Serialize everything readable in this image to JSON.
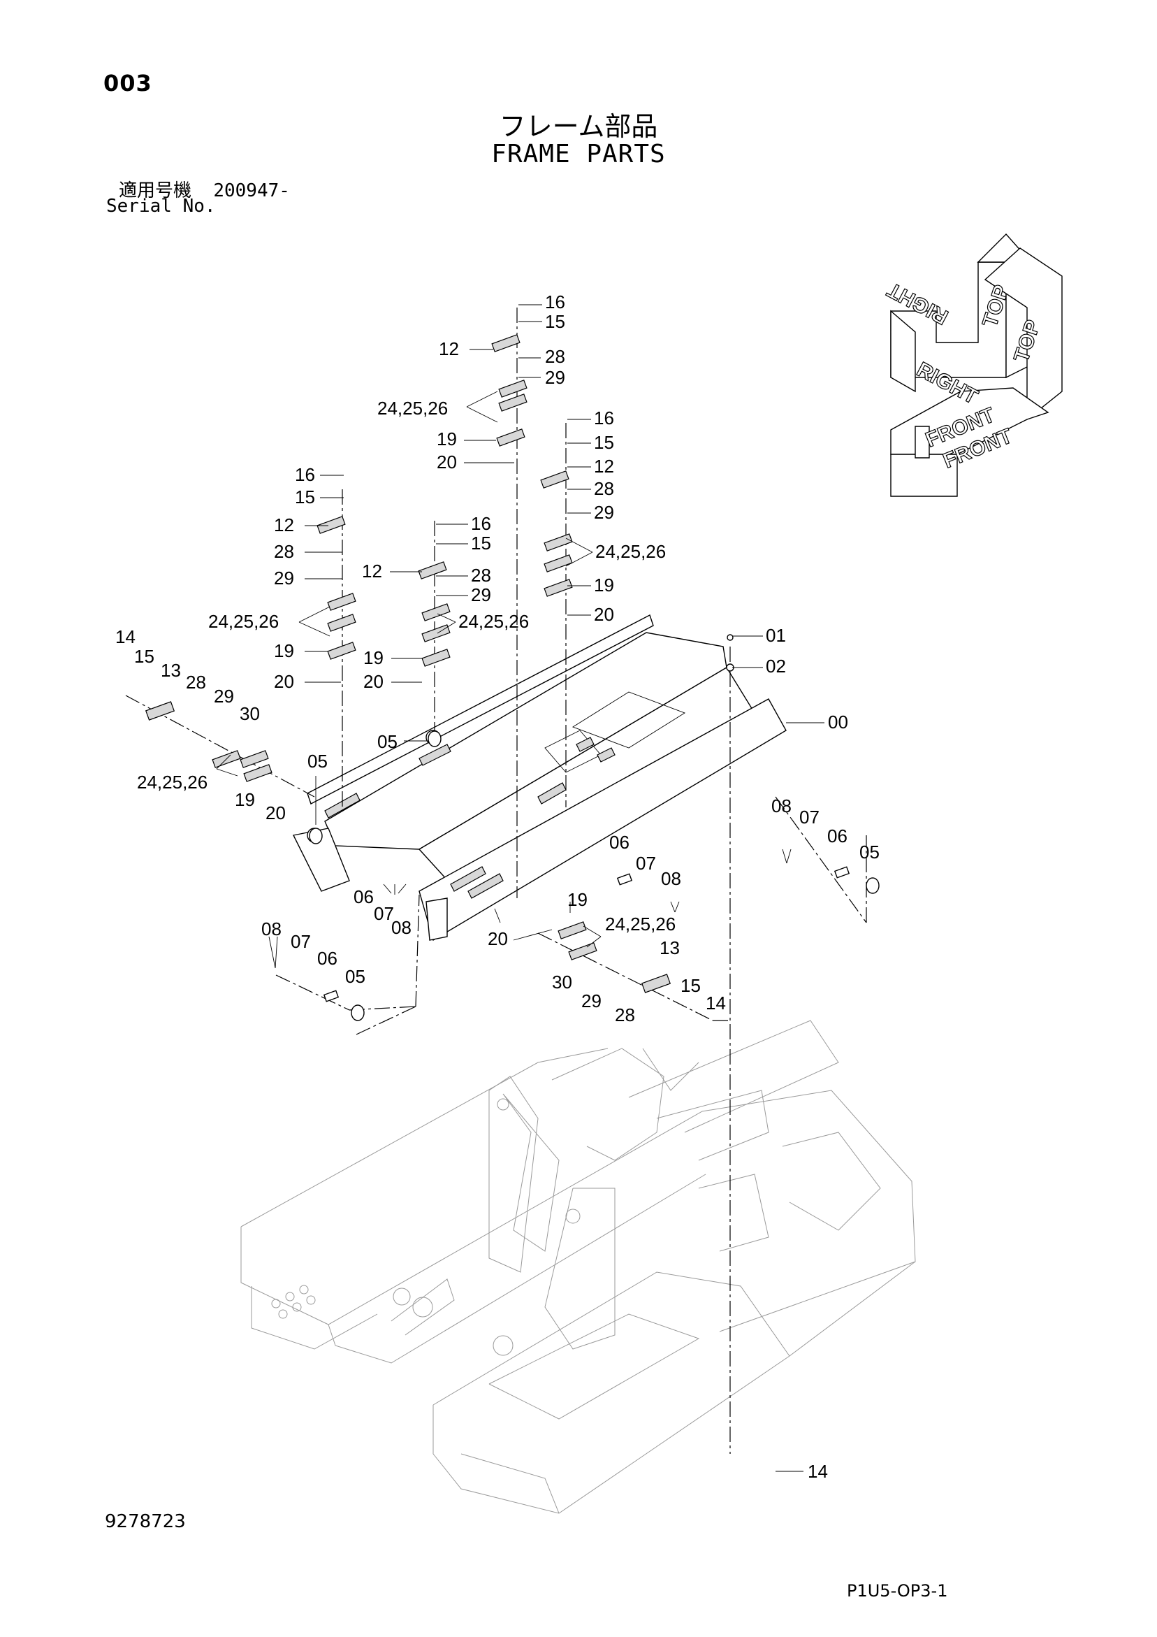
{
  "header": {
    "page_no": "003",
    "title_jp": "フレーム部品",
    "title_en": "FRAME PARTS",
    "serial_label_jp": "適用号機",
    "serial_value": "200947-",
    "serial_label_en": "Serial No."
  },
  "footer": {
    "doc_no": "9278723",
    "page_ref": "P1U5-OP3-1"
  },
  "orientation": [
    "TOP",
    "TOP",
    "RIGHT",
    "RIGHT",
    "FRONT",
    "FRONT"
  ],
  "callouts": [
    {
      "label": "16"
    },
    {
      "label": "15"
    },
    {
      "label": "12"
    },
    {
      "label": "28"
    },
    {
      "label": "29"
    },
    {
      "label": "24,25,26"
    },
    {
      "label": "19"
    },
    {
      "label": "20"
    },
    {
      "label": "16"
    },
    {
      "label": "15"
    },
    {
      "label": "12"
    },
    {
      "label": "28"
    },
    {
      "label": "29"
    },
    {
      "label": "24,25,26"
    },
    {
      "label": "19"
    },
    {
      "label": "20"
    },
    {
      "label": "16"
    },
    {
      "label": "15"
    },
    {
      "label": "12"
    },
    {
      "label": "28"
    },
    {
      "label": "29"
    },
    {
      "label": "24,25,26"
    },
    {
      "label": "19"
    },
    {
      "label": "20"
    },
    {
      "label": "16"
    },
    {
      "label": "15"
    },
    {
      "label": "12"
    },
    {
      "label": "28"
    },
    {
      "label": "29"
    },
    {
      "label": "24,25,26"
    },
    {
      "label": "19"
    },
    {
      "label": "20"
    },
    {
      "label": "01"
    },
    {
      "label": "02"
    },
    {
      "label": "00"
    },
    {
      "label": "14"
    },
    {
      "label": "15"
    },
    {
      "label": "13"
    },
    {
      "label": "28"
    },
    {
      "label": "29"
    },
    {
      "label": "30"
    },
    {
      "label": "24,25,26"
    },
    {
      "label": "19"
    },
    {
      "label": "20"
    },
    {
      "label": "05"
    },
    {
      "label": "05"
    },
    {
      "label": "08"
    },
    {
      "label": "07"
    },
    {
      "label": "06"
    },
    {
      "label": "05"
    },
    {
      "label": "06"
    },
    {
      "label": "07"
    },
    {
      "label": "08"
    },
    {
      "label": "06"
    },
    {
      "label": "07"
    },
    {
      "label": "08"
    },
    {
      "label": "19"
    },
    {
      "label": "24,25,26"
    },
    {
      "label": "20"
    },
    {
      "label": "13"
    },
    {
      "label": "30"
    },
    {
      "label": "29"
    },
    {
      "label": "28"
    },
    {
      "label": "15"
    },
    {
      "label": "14"
    },
    {
      "label": "08"
    },
    {
      "label": "07"
    },
    {
      "label": "06"
    },
    {
      "label": "05"
    },
    {
      "label": "14"
    }
  ]
}
